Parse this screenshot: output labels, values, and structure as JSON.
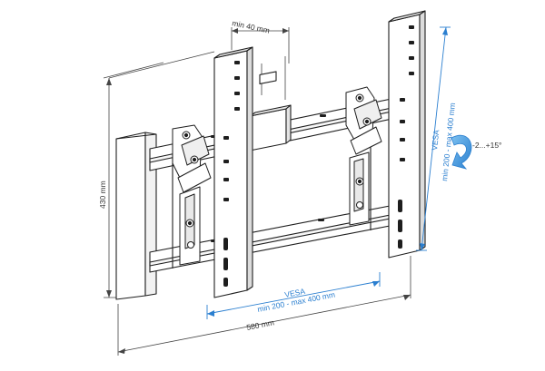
{
  "dimensions": {
    "min_gap": "min 40 mm",
    "height": "430 mm",
    "width": "580 mm",
    "vesa_h_title": "VESA",
    "vesa_h_range": "min 200 - max 400 mm",
    "vesa_v_title": "VESA",
    "vesa_v_range": "min 200 - max 400 mm",
    "tilt": "-2...+15°"
  },
  "colors": {
    "line": "#1e1e1e",
    "dimension": "#444444",
    "vesa_accent": "#2b7fd0",
    "tilt_arrow": "#3b8fd6"
  }
}
